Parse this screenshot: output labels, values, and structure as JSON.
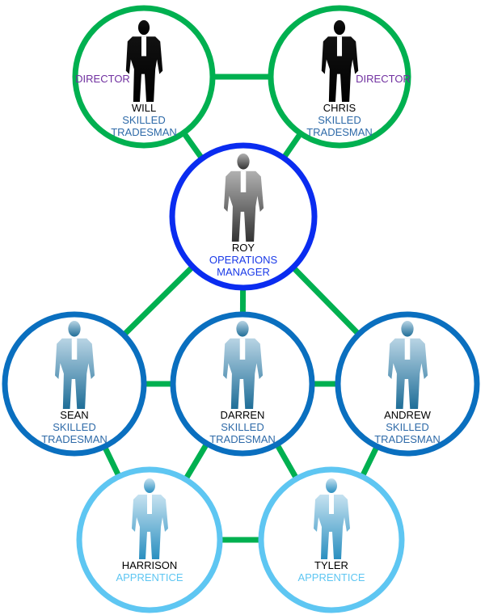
{
  "colors": {
    "edge": "#00b050",
    "director_ring": "#00b050",
    "manager_ring": "#0a2cf0",
    "tradesman_ring": "#0a6fbf",
    "apprentice_ring": "#5ec6f2",
    "name_text": "#000000",
    "director_text": "#7030a0",
    "tradesman_text": "#2e6aa8",
    "manager_text": "#1a3ae8",
    "apprentice_text": "#5ec6f2"
  },
  "nodes": [
    {
      "id": "will",
      "name": "WILL",
      "role": [
        "SKILLED",
        "TRADESMAN"
      ],
      "tag": "DIRECTOR",
      "level": "director"
    },
    {
      "id": "chris",
      "name": "CHRIS",
      "role": [
        "SKILLED",
        "TRADESMAN"
      ],
      "tag": "DIRECTOR",
      "level": "director"
    },
    {
      "id": "roy",
      "name": "ROY",
      "role": [
        "OPERATIONS",
        "MANAGER"
      ],
      "level": "manager"
    },
    {
      "id": "sean",
      "name": "SEAN",
      "role": [
        "SKILLED",
        "TRADESMAN"
      ],
      "level": "tradesman"
    },
    {
      "id": "darren",
      "name": "DARREN",
      "role": [
        "SKILLED",
        "TRADESMAN"
      ],
      "level": "tradesman"
    },
    {
      "id": "andrew",
      "name": "ANDREW",
      "role": [
        "SKILLED",
        "TRADESMAN"
      ],
      "level": "tradesman"
    },
    {
      "id": "harrison",
      "name": "HARRISON",
      "role": [
        "APPRENTICE"
      ],
      "level": "apprentice"
    },
    {
      "id": "tyler",
      "name": "TYLER",
      "role": [
        "APPRENTICE"
      ],
      "level": "apprentice"
    }
  ],
  "edges": [
    [
      "will",
      "chris"
    ],
    [
      "will",
      "roy"
    ],
    [
      "chris",
      "roy"
    ],
    [
      "roy",
      "sean"
    ],
    [
      "roy",
      "darren"
    ],
    [
      "roy",
      "andrew"
    ],
    [
      "sean",
      "darren"
    ],
    [
      "darren",
      "andrew"
    ],
    [
      "sean",
      "harrison"
    ],
    [
      "darren",
      "harrison"
    ],
    [
      "darren",
      "tyler"
    ],
    [
      "andrew",
      "tyler"
    ],
    [
      "harrison",
      "tyler"
    ]
  ]
}
